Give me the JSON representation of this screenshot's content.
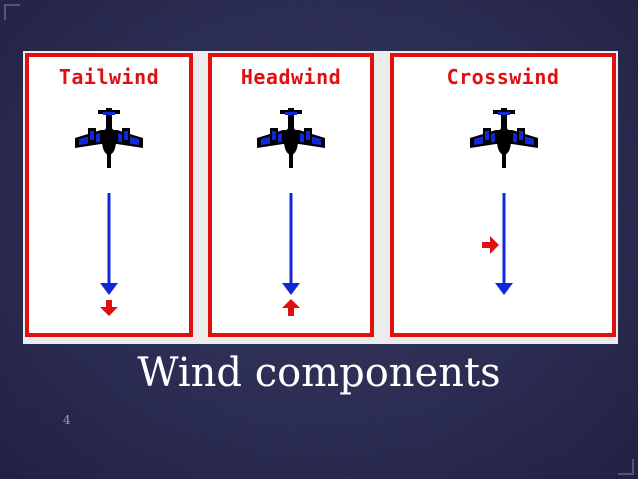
{
  "panels": [
    {
      "title": "Tailwind",
      "wind_arrow": "down",
      "wind_position": "below-track"
    },
    {
      "title": "Headwind",
      "wind_arrow": "up",
      "wind_position": "below-track"
    },
    {
      "title": "Crosswind",
      "wind_arrow": "right",
      "wind_position": "side-of-track"
    }
  ],
  "caption": "Wind components",
  "page_number": "4",
  "colors": {
    "background": "#2b2c53",
    "panel_border": "#e01010",
    "track_arrow": "#1029d8",
    "wind_arrow": "#e01010",
    "airplane": "#1029d8"
  },
  "icons": [
    "airplane-icon",
    "track-arrow-icon",
    "wind-arrow-icon"
  ]
}
